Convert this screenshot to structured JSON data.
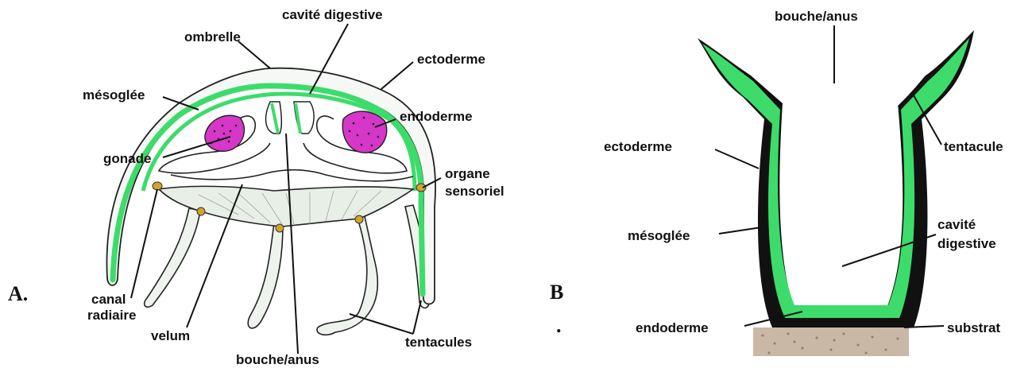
{
  "colors": {
    "endoderm_green": "#3ddc6a",
    "gonad_magenta": "#d637c8",
    "mesoglea_fill": "#eef3ee",
    "sensory_organ": "#d4a32a",
    "outline": "#111111",
    "substrate": "#c9b8a6"
  },
  "panel_a": {
    "letter": "A.",
    "labels": {
      "cavite": "cavité digestive",
      "ombrelle": "ombrelle",
      "ectoderme": "ectoderme",
      "mesoglee": "mésoglée",
      "endoderme": "endoderme",
      "gonade": "gonade",
      "organe_1": "organe",
      "organe_2": "sensoriel",
      "canal_1": "canal",
      "canal_2": "radiaire",
      "velum": "velum",
      "bouche": "bouche/anus",
      "tentacules": "tentacules"
    }
  },
  "panel_b": {
    "letter": "B",
    "dot": ".",
    "labels": {
      "bouche": "bouche/anus",
      "ectoderme": "ectoderme",
      "tentacule": "tentacule",
      "mesoglee": "mésoglée",
      "cavite_1": "cavité",
      "cavite_2": "digestive",
      "endoderme": "endoderme",
      "substrat": "substrat"
    }
  }
}
